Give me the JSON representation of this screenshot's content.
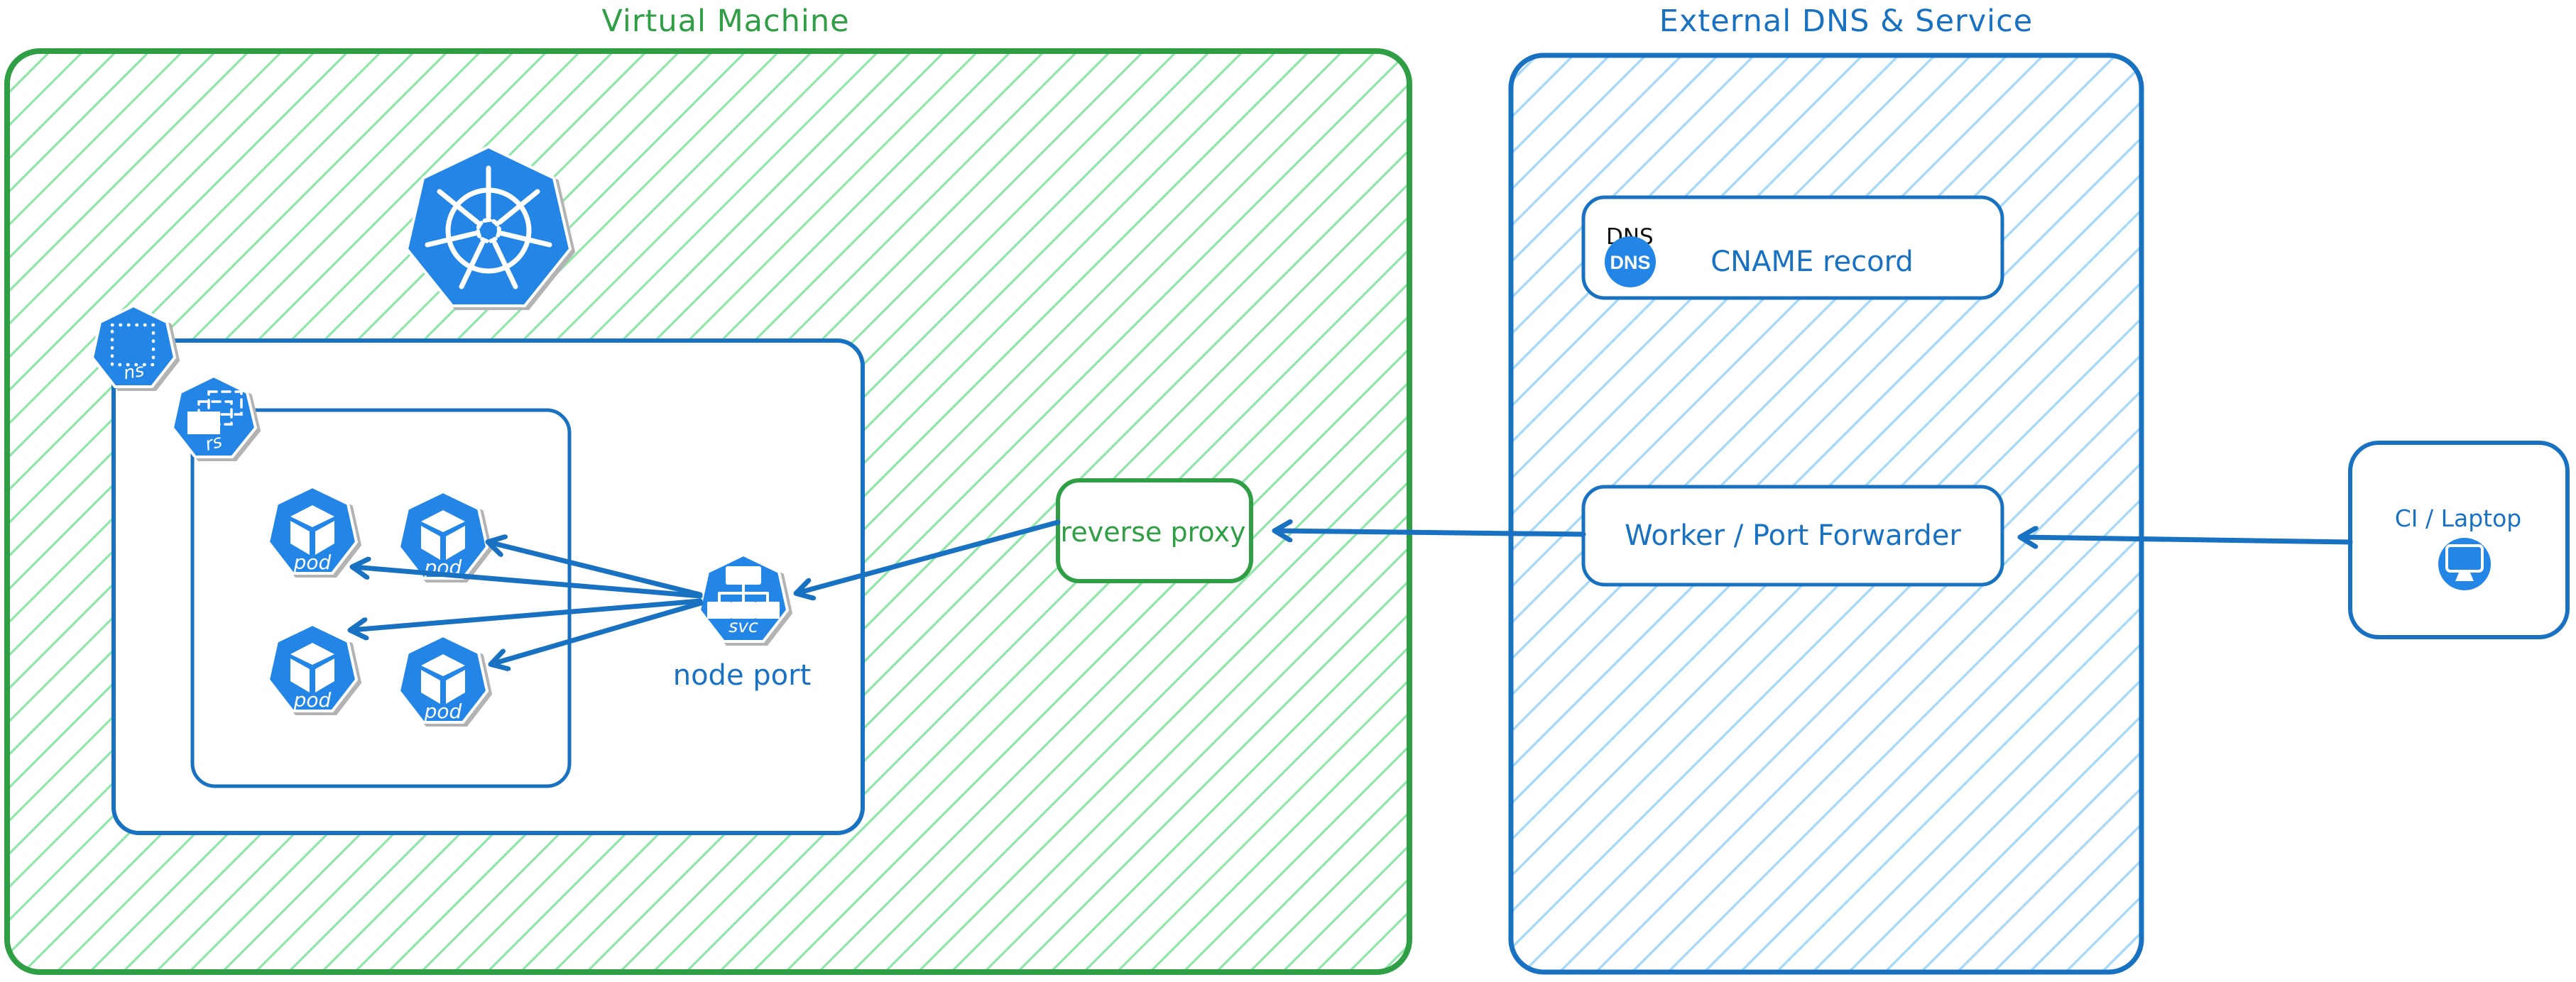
{
  "colors": {
    "green": "#2f9e44",
    "green-hatch": "#8fe5a8",
    "blue": "#1971c2",
    "blue-hatch": "#a6d8f7",
    "icon-blue": "#2386e7",
    "shadow": "#b3b3b3",
    "ink": "#111111"
  },
  "vm": {
    "title": "Virtual Machine",
    "reverse_proxy": "reverse proxy",
    "node_port": "node port"
  },
  "icons": {
    "ns": "ns",
    "rs": "rs",
    "pod": "pod",
    "svc": "svc"
  },
  "external": {
    "title": "External DNS & Service",
    "dns_label": "DNS",
    "dns_badge": "DNS",
    "cname": "CNAME record",
    "worker": "Worker / Port Forwarder"
  },
  "ci": {
    "label": "CI / Laptop"
  }
}
